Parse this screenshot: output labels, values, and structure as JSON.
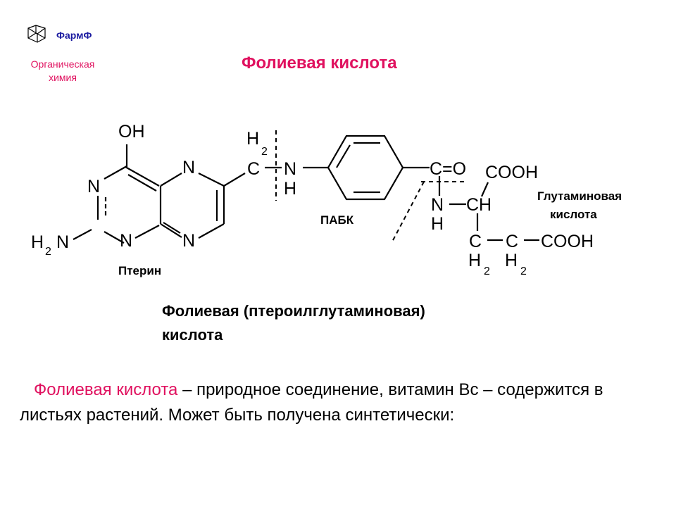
{
  "header": {
    "logo_name": "ФармФ",
    "logo_subtitle_line1": "Органическая",
    "logo_subtitle_line2": "химия",
    "logo_icon": "adamantane-icon"
  },
  "title": "Фолиевая кислота",
  "structure": {
    "atoms": {
      "oh": "OH",
      "n_pteridine_left": "N",
      "n_pteridine_top": "N",
      "n_pteridine_bottom_left": "N",
      "n_pteridine_bottom_right": "N",
      "h2n_h": "H",
      "h2n_2": "2",
      "h2n_n": "N",
      "ch2_c": "C",
      "ch2_h": "H",
      "ch2_2": "2",
      "nh_n": "N",
      "nh_h": "H",
      "co": "C=O",
      "amide_n": "N",
      "amide_h": "H",
      "cooh_top": "COOH",
      "ch": "CH",
      "c1": "C",
      "c2": "C",
      "cooh_bottom": "COOH",
      "h2_1_h": "H",
      "h2_1_2": "2",
      "h2_2_h": "H",
      "h2_2_2": "2"
    },
    "labels": {
      "pterin": "Птерин",
      "pabk": "ПАБК",
      "glutamic_line1": "Глутаминовая",
      "glutamic_line2": "кислота"
    }
  },
  "compound_name_line1": "Фолиевая (птероилглутаминовая)",
  "compound_name_line2": "кислота",
  "description": {
    "highlight": "Фолиевая кислота",
    "rest": " – природное соединение, витамин Вс – содержится в листьях растений. Может быть получена синтетически:"
  },
  "colors": {
    "accent": "#e0115f",
    "logo_blue": "#1a1aa0"
  }
}
